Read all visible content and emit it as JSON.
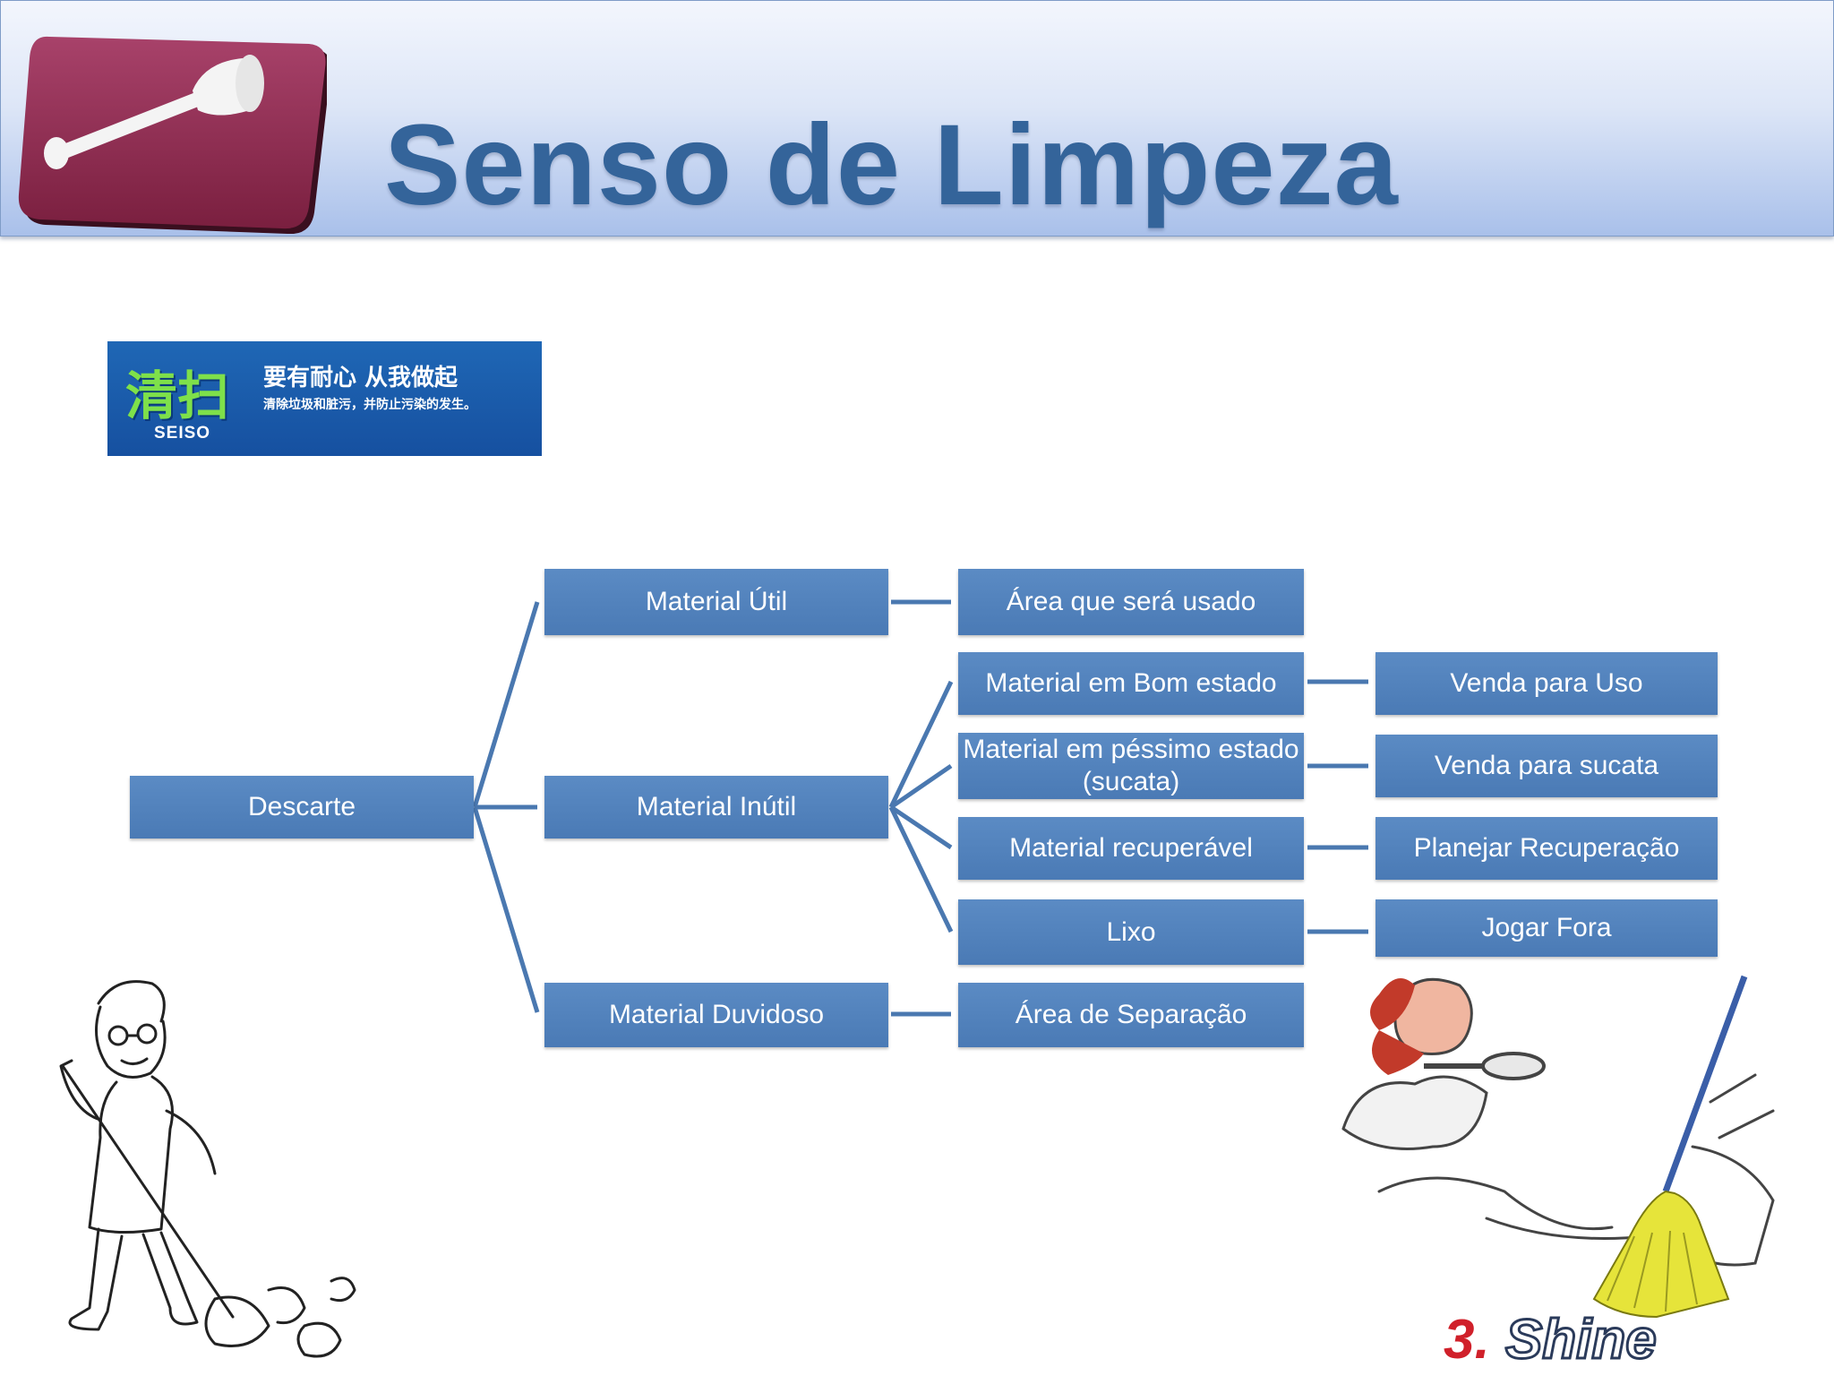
{
  "header": {
    "title": "Senso de Limpeza",
    "logo_icon": "plunger-icon"
  },
  "banner": {
    "big_chars": "清扫",
    "line1": "要有耐心 从我做起",
    "line2": "清除垃圾和脏污，并防止污染的发生。",
    "line3": "SEISO"
  },
  "diagram": {
    "root": "Descarte",
    "level1": [
      "Material Útil",
      "Material Inútil",
      "Material Duvidoso"
    ],
    "util_dest": "Área que será usado",
    "inutil_children": [
      "Material em Bom estado",
      "Material em péssimo estado (sucata)",
      "Material recuperável",
      "Lixo"
    ],
    "inutil_actions": [
      "Venda para Uso",
      "Venda para sucata",
      "Planejar Recuperação",
      "Jogar Fora"
    ],
    "duvidoso_dest": "Área de Separação"
  },
  "shine": {
    "number": "3.",
    "word": "Shine"
  },
  "colors": {
    "node": "#4f7fba",
    "connector": "#4a78b0",
    "title": "#34649a",
    "logo": "#8e2a4c"
  }
}
